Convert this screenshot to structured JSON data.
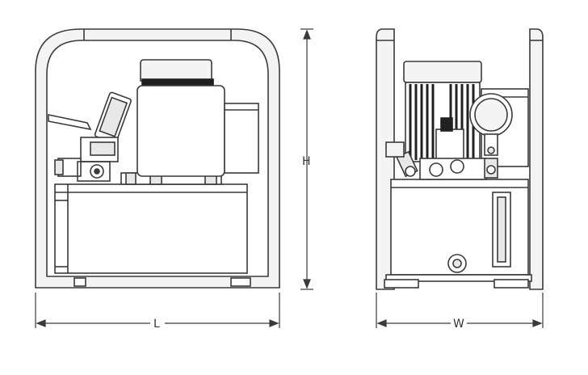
{
  "dimensions": {
    "length_label": "L",
    "height_label": "H",
    "width_label": "W"
  },
  "colors": {
    "line": "#3a3a3a",
    "fill_light": "#f4f4f4",
    "fill_mid": "#e8e8e8",
    "fill_dark": "#202020",
    "background": "#ffffff"
  },
  "components": {
    "front_view": [
      "roll-cage",
      "electric-motor",
      "oil-reservoir",
      "pressure-gauge",
      "control-valve",
      "handle"
    ],
    "side_view": [
      "roll-cage",
      "electric-motor-cooling-fins",
      "pressure-gauge",
      "oil-reservoir",
      "sight-glass",
      "drain-plug"
    ]
  }
}
